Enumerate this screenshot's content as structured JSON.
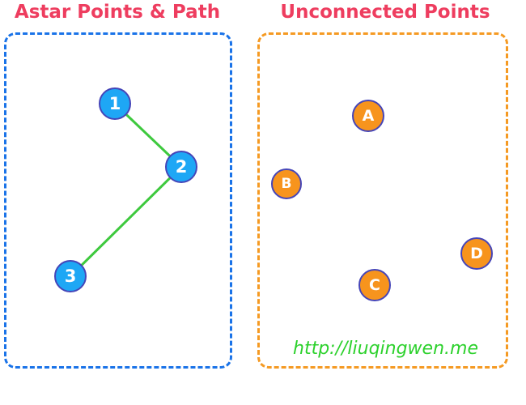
{
  "colors": {
    "left_accent": "#1a73e8",
    "right_accent": "#f59a23",
    "title": "#ee3d5f",
    "node_blue": "#1ea7f5",
    "node_orange": "#f7941d",
    "node_border": "#4545b8",
    "edge": "#3ec93e",
    "watermark": "#2cd12c"
  },
  "left_panel": {
    "title": "Astar Points & Path",
    "nodes": [
      {
        "label": "1"
      },
      {
        "label": "2"
      },
      {
        "label": "3"
      }
    ],
    "edges": [
      {
        "from": "1",
        "to": "2"
      },
      {
        "from": "2",
        "to": "3"
      }
    ]
  },
  "right_panel": {
    "title": "Unconnected Points",
    "nodes": [
      {
        "label": "A"
      },
      {
        "label": "B"
      },
      {
        "label": "C"
      },
      {
        "label": "D"
      }
    ]
  },
  "watermark": "http://liuqingwen.me"
}
